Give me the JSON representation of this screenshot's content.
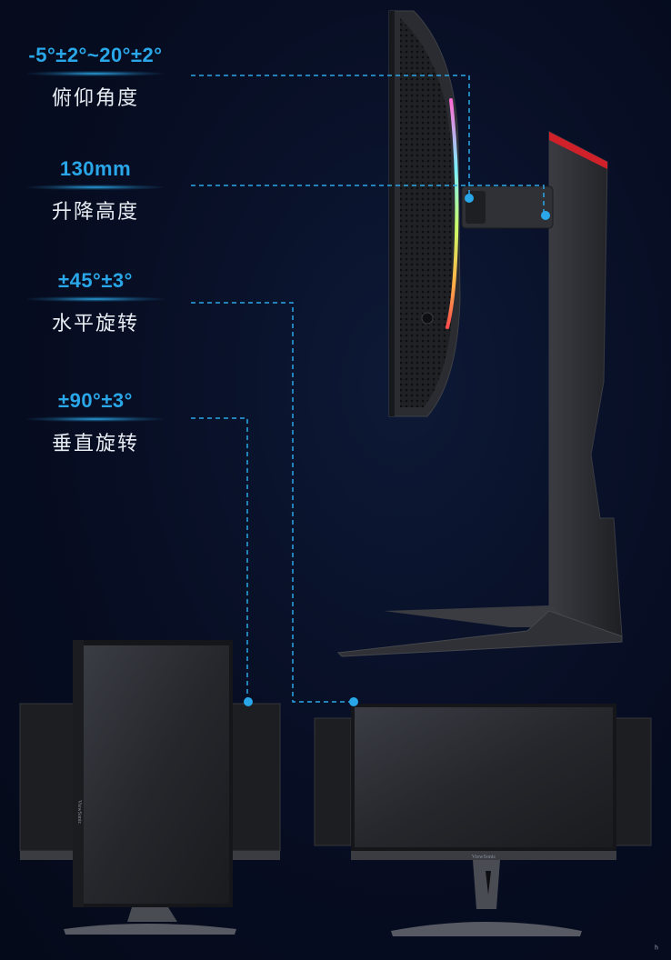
{
  "specs": {
    "tilt": {
      "value": "-5°±2°~20°±2°",
      "label": "俯仰角度"
    },
    "height": {
      "value": "130mm",
      "label": "升降高度"
    },
    "swivel": {
      "value": "±45°±3°",
      "label": "水平旋转"
    },
    "pivot": {
      "value": "±90°±3°",
      "label": "垂直旋转"
    }
  },
  "brand": {
    "bezel_text": "ViewSonic",
    "corner_mark": "ʰ"
  },
  "colors": {
    "background": "#070d22",
    "accent": "#2aa7e8",
    "label": "#e8ecf3",
    "monitor_body": "#2c2e33",
    "red_trim": "#d0202a"
  }
}
